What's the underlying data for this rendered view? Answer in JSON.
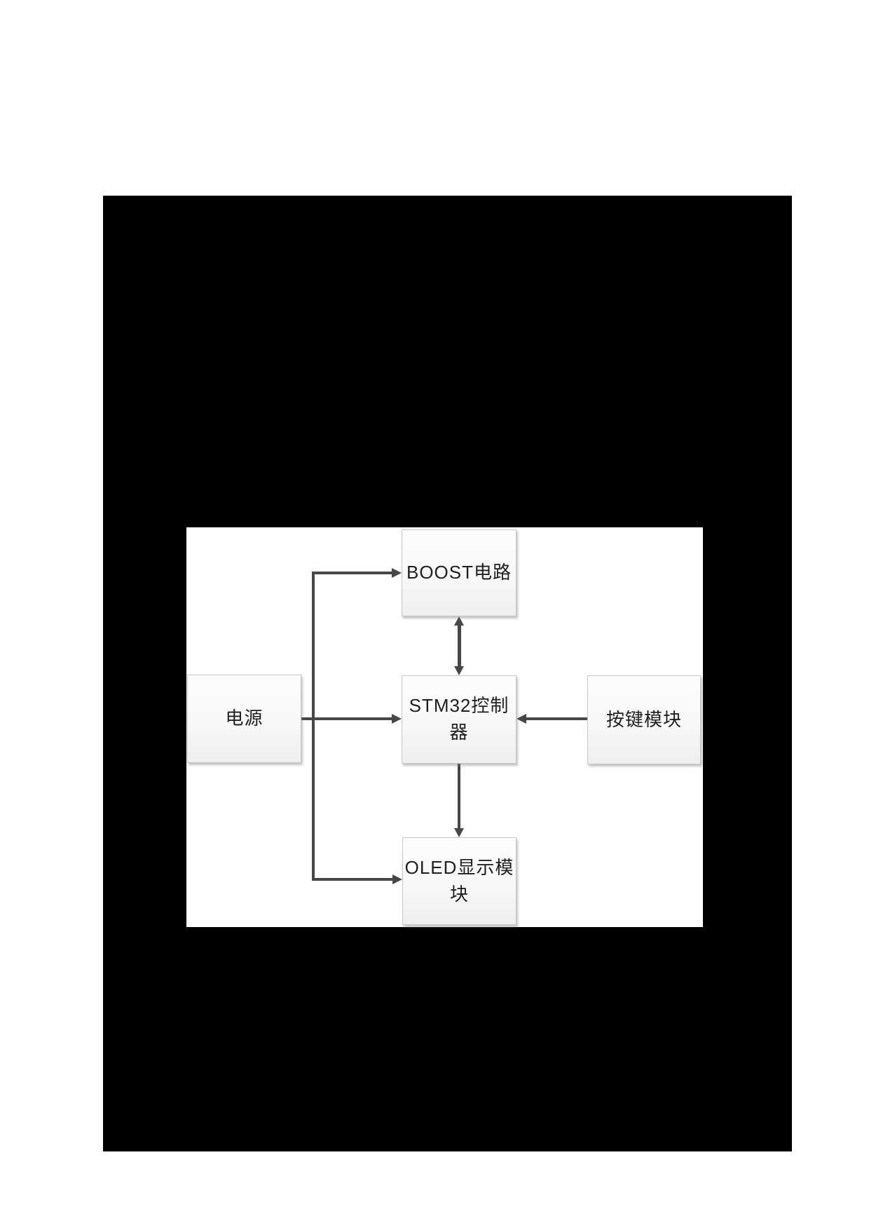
{
  "figure": {
    "type": "block-diagram",
    "colors": {
      "page_background": "#ffffff",
      "canvas_background": "#000000",
      "panel_background": "#ffffff",
      "node_fill_top": "#fdfdfd",
      "node_fill_bottom": "#efefef",
      "node_border": "#c6c6c6",
      "connector": "#474747",
      "text": "#1f1f1f"
    },
    "nodes": [
      {
        "id": "boost",
        "label": "BOOST电路"
      },
      {
        "id": "power",
        "label": "电源"
      },
      {
        "id": "stm32",
        "label": "STM32控制 器"
      },
      {
        "id": "keys",
        "label": "按键模块"
      },
      {
        "id": "oled",
        "label": "OLED显示模\n块"
      }
    ],
    "edges": [
      {
        "from": "power",
        "to": "stm32",
        "type": "arrow"
      },
      {
        "from": "power",
        "to": "boost",
        "type": "arrow"
      },
      {
        "from": "power",
        "to": "oled",
        "type": "arrow"
      },
      {
        "from": "boost",
        "to": "stm32",
        "type": "double-arrow"
      },
      {
        "from": "stm32",
        "to": "oled",
        "type": "arrow"
      },
      {
        "from": "keys",
        "to": "stm32",
        "type": "arrow"
      }
    ]
  }
}
